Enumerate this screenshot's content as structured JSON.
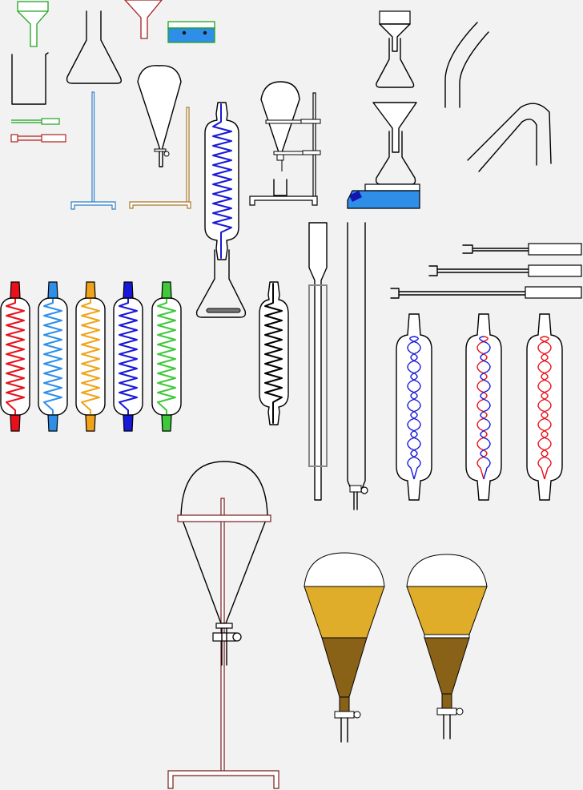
{
  "title": "",
  "colors": {
    "background": "#f2f2f2",
    "glass_outline": "#000000",
    "red": "#e8101a",
    "blue_light": "#2f8fe8",
    "orange": "#f0a31a",
    "blue": "#1818d8",
    "green": "#3fc93a",
    "black": "#000000",
    "stand_blue": "#2f7fc7",
    "stand_brown": "#a8782c",
    "stand_dark_red": "#7a1d1d",
    "hotplate_blue": "#2f8fe8",
    "filter_green": "#1fa31f",
    "liquid_light": "#e0ad2a",
    "liquid_dark": "#8a6217"
  },
  "icons": [
    "filter-funnel-icon",
    "beaker-icon",
    "erlenmeyer-flask-icon",
    "funnel-icon",
    "hotplate-stirrer-icon",
    "buchner-flask-icon",
    "bent-glass-tube-icon",
    "u-tube-icon",
    "tongs-icon",
    "retort-stand-icon",
    "separatory-funnel-icon",
    "coil-condenser-icon",
    "burette-icon",
    "pipette-icon",
    "thermometer-icon",
    "liebig-condenser-icon",
    "stirring-bar-icon"
  ],
  "condensers": {
    "coil_colors": [
      "red",
      "blue_light",
      "orange",
      "blue",
      "green",
      "black"
    ],
    "wavy_pairs": [
      [
        "blue",
        "blue"
      ],
      [
        "red",
        "blue"
      ],
      [
        "red",
        "red"
      ]
    ]
  }
}
